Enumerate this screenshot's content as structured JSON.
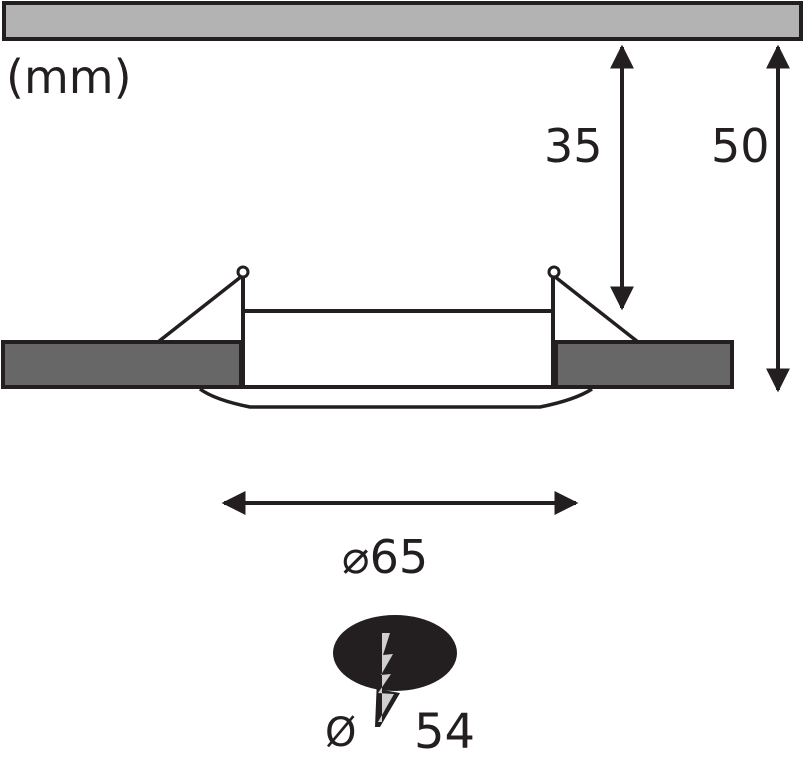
{
  "unit_label": "(mm)",
  "dimensions": {
    "cutout_depth": "35",
    "total_depth": "50",
    "diameter": "⌀65",
    "cutout_diameter_symbol": "Ø",
    "cutout_diameter": "54"
  },
  "colors": {
    "ceiling": "#b3b3b3",
    "panel": "#666766",
    "line": "#231f20",
    "drill_bit": "#cfcfcf"
  }
}
